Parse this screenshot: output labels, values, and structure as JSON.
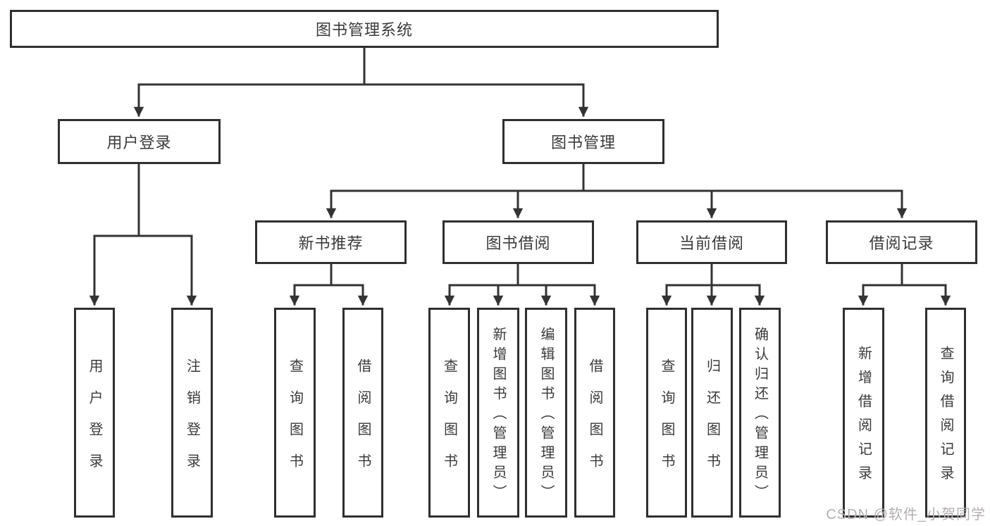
{
  "diagram": {
    "root": "图书管理系统",
    "level2": {
      "user_login": "用户登录",
      "book_mgmt": "图书管理"
    },
    "level3": {
      "new_books": "新书推荐",
      "book_borrow": "图书借阅",
      "current_borrow": "当前借阅",
      "borrow_records": "借阅记录"
    },
    "leaves": {
      "user_login": [
        "用户登录",
        "注销登录"
      ],
      "new_books": [
        "查询图书",
        "借阅图书"
      ],
      "book_borrow": [
        "查询图书",
        "新增图书（管理员）",
        "编辑图书（管理员）",
        "借阅图书"
      ],
      "current_borrow": [
        "查询图书",
        "归还图书",
        "确认归还（管理员）"
      ],
      "borrow_records": [
        "新增借阅记录",
        "查询借阅记录"
      ]
    }
  },
  "watermark": "CSDN @软件_小贺同学",
  "colors": {
    "line": "#333333",
    "border": "#2f2f2f",
    "text": "#3a3a3a",
    "watermark": "#b3aeae",
    "background": "#ffffff"
  }
}
